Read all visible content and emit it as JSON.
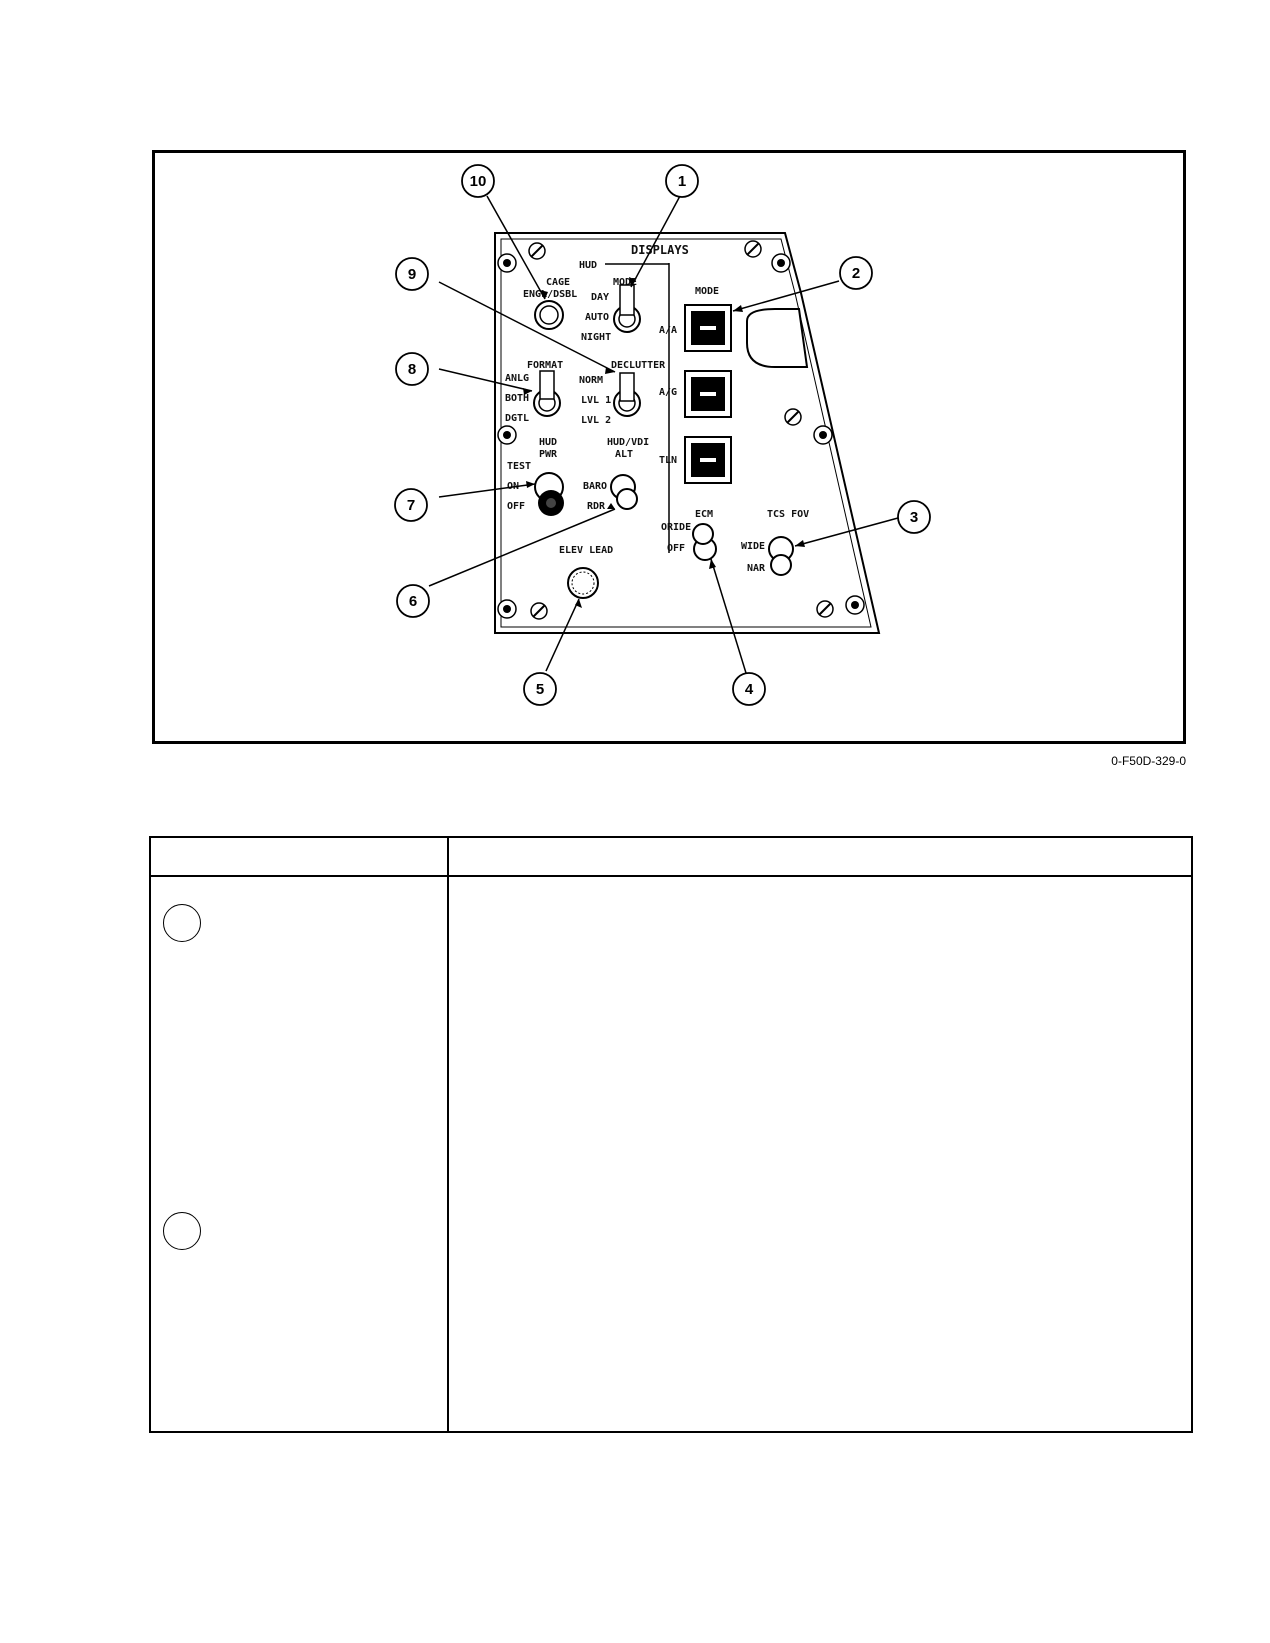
{
  "figure": {
    "panel_title": "DISPLAYS",
    "labels": {
      "hud": "HUD",
      "cage": "CAGE",
      "engl_dsbl": "ENGL/DSBL",
      "mode_sw": "MODE",
      "day": "DAY",
      "auto": "AUTO",
      "night": "NIGHT",
      "format": "FORMAT",
      "anlg": "ANLG",
      "both": "BOTH",
      "dgtl": "DGTL",
      "declutter": "DECLUTTER",
      "norm": "NORM",
      "lvl1": "LVL 1",
      "lvl2": "LVL 2",
      "hud_pwr_1": "HUD",
      "hud_pwr_2": "PWR",
      "test": "TEST",
      "on": "ON",
      "off": "OFF",
      "hud_vdi_1": "HUD/VDI",
      "hud_vdi_2": "ALT",
      "baro": "BARO",
      "rdr": "RDR",
      "elev_lead": "ELEV LEAD",
      "mode": "MODE",
      "aa": "A/A",
      "ag": "A/G",
      "tln": "TLN",
      "ecm": "ECM",
      "oride": "ORIDE",
      "ecm_off": "OFF",
      "tcs_fov": "TCS FOV",
      "wide": "WIDE",
      "nar": "NAR"
    },
    "callouts": [
      "1",
      "2",
      "3",
      "4",
      "5",
      "6",
      "7",
      "8",
      "9",
      "10"
    ],
    "figure_id": "0-F50D-329-0"
  },
  "table": {
    "header": [
      "",
      ""
    ],
    "rows": [
      {
        "marker": ""
      },
      {
        "marker": ""
      }
    ]
  }
}
